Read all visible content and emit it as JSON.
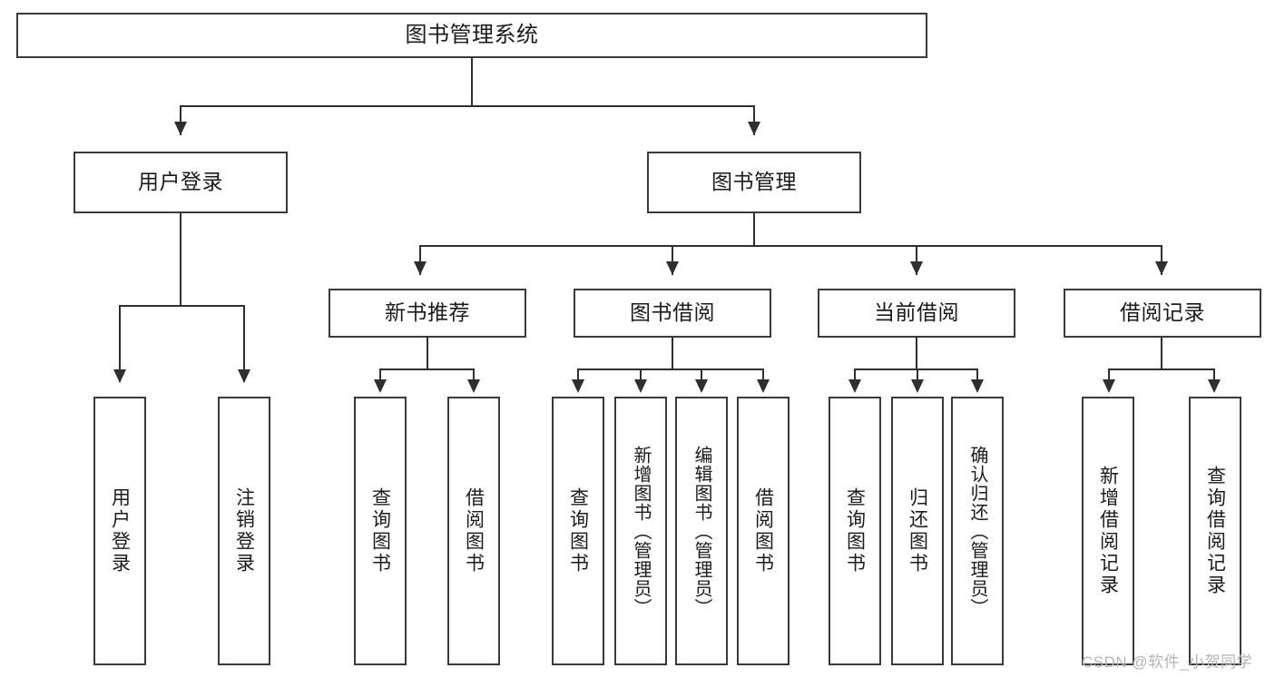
{
  "diagram": {
    "title": "图书管理系统",
    "type": "hierarchy-tree",
    "levels": 4,
    "root": {
      "label": "图书管理系统"
    },
    "level2": [
      {
        "label": "用户登录"
      },
      {
        "label": "图书管理"
      }
    ],
    "level3": [
      {
        "label": "新书推荐"
      },
      {
        "label": "图书借阅"
      },
      {
        "label": "当前借阅"
      },
      {
        "label": "借阅记录"
      }
    ],
    "leaves": {
      "user_login": [
        {
          "label": "用户登录"
        },
        {
          "label": "注销登录"
        }
      ],
      "new_book_recommend": [
        {
          "label": "查询图书"
        },
        {
          "label": "借阅图书"
        }
      ],
      "book_borrow": [
        {
          "label": "查询图书"
        },
        {
          "label": "新增图书（管理员）"
        },
        {
          "label": "编辑图书（管理员）"
        },
        {
          "label": "借阅图书"
        }
      ],
      "current_borrow": [
        {
          "label": "查询图书"
        },
        {
          "label": "归还图书"
        },
        {
          "label": "确认归还（管理员）"
        }
      ],
      "borrow_record": [
        {
          "label": "新增借阅记录"
        },
        {
          "label": "查询借阅记录"
        }
      ]
    }
  },
  "watermark": {
    "text": "CSDN @软件_小贺同学"
  },
  "colors": {
    "box_border": "#3a3a3a",
    "connector": "#2f2f2f",
    "background": "#ffffff",
    "text": "#1b1b1b",
    "watermark": "#b4b4b4"
  }
}
